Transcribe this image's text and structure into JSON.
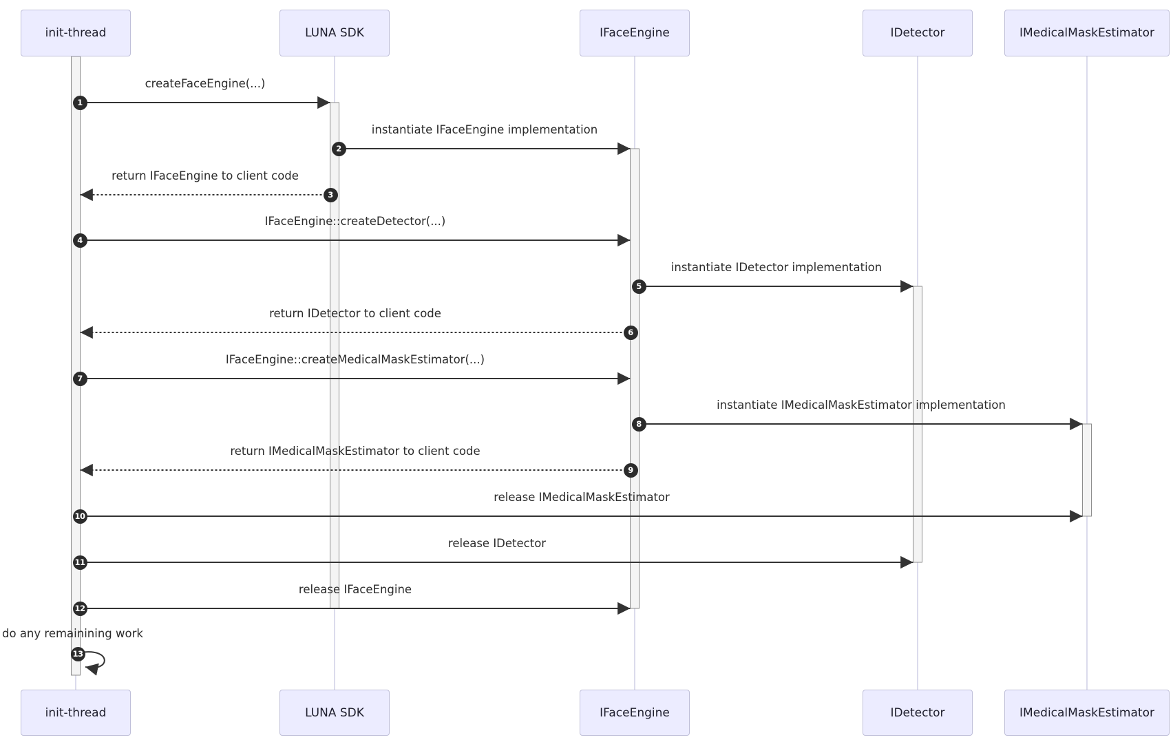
{
  "diagram": {
    "kind": "uml-sequence-diagram",
    "actors": [
      {
        "id": "init-thread",
        "name": "init-thread"
      },
      {
        "id": "luna-sdk",
        "name": "LUNA SDK"
      },
      {
        "id": "iface-engine",
        "name": "IFaceEngine"
      },
      {
        "id": "idetector",
        "name": "IDetector"
      },
      {
        "id": "imedical-mask-estimator",
        "name": "IMedicalMaskEstimator"
      }
    ],
    "messages": [
      {
        "num": "1",
        "from": "init-thread",
        "to": "LUNA SDK",
        "style": "solid",
        "text": "createFaceEngine(...)"
      },
      {
        "num": "2",
        "from": "LUNA SDK",
        "to": "IFaceEngine",
        "style": "solid",
        "text": "instantiate IFaceEngine implementation"
      },
      {
        "num": "3",
        "from": "LUNA SDK",
        "to": "init-thread",
        "style": "dashed",
        "text": "return IFaceEngine to client code"
      },
      {
        "num": "4",
        "from": "init-thread",
        "to": "IFaceEngine",
        "style": "solid",
        "text": "IFaceEngine::createDetector(...)"
      },
      {
        "num": "5",
        "from": "IFaceEngine",
        "to": "IDetector",
        "style": "solid",
        "text": "instantiate IDetector implementation"
      },
      {
        "num": "6",
        "from": "IFaceEngine",
        "to": "init-thread",
        "style": "dashed",
        "text": "return IDetector to client code"
      },
      {
        "num": "7",
        "from": "init-thread",
        "to": "IFaceEngine",
        "style": "solid",
        "text": "IFaceEngine::createMedicalMaskEstimator(...)"
      },
      {
        "num": "8",
        "from": "IFaceEngine",
        "to": "IMedicalMaskEstimator",
        "style": "solid",
        "text": "instantiate IMedicalMaskEstimator implementation"
      },
      {
        "num": "9",
        "from": "IFaceEngine",
        "to": "init-thread",
        "style": "dashed",
        "text": "return IMedicalMaskEstimator to client code"
      },
      {
        "num": "10",
        "from": "init-thread",
        "to": "IMedicalMaskEstimator",
        "style": "solid",
        "text": "release IMedicalMaskEstimator"
      },
      {
        "num": "11",
        "from": "init-thread",
        "to": "IDetector",
        "style": "solid",
        "text": "release IDetector"
      },
      {
        "num": "12",
        "from": "init-thread",
        "to": "IFaceEngine",
        "style": "solid",
        "text": "release IFaceEngine"
      },
      {
        "num": "13",
        "from": "init-thread",
        "to": "init-thread",
        "style": "self",
        "text": "do any remainining work"
      }
    ],
    "colors": {
      "actor_fill": "#ECECFF",
      "actor_border": "#bfbfd9",
      "lifeline": "#cfcfe6",
      "activation_fill": "#f4f4f4",
      "activation_border": "#8c8c8c",
      "line": "#333333",
      "text": "#2b2b2b",
      "seq_number_fill": "#2b2b2b",
      "seq_number_text": "#ffffff"
    }
  }
}
